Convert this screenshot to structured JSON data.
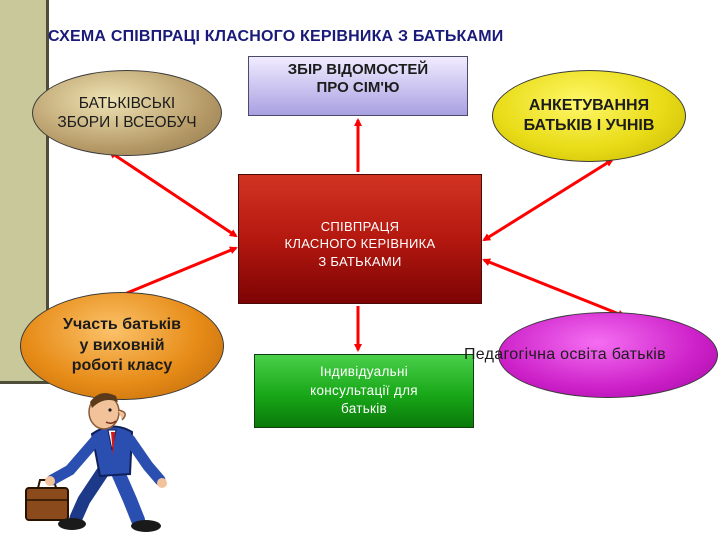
{
  "title": "СХЕМА СПІВПРАЦІ КЛАСНОГО КЕРІВНИКА   З  БАТЬКАМИ",
  "nodes": {
    "meetings": "БАТЬКІВСЬКІ\nЗБОРИ І ВСЕОБУЧ",
    "info": "ЗБІР  ВІДОМОСТЕЙ\nПРО СІМ'Ю",
    "survey": "АНКЕТУВАННЯ\nБАТЬКІВ І УЧНІВ",
    "center": "СПІВПРАЦЯ\nКЛАСНОГО  КЕРІВНИКА\nЗ БАТЬКАМИ",
    "participation": "Участь батьків\nу виховній\nроботі класу",
    "consult": "Індивідуальні\nконсультації для\nбатьків",
    "education": "Педагогічна освіта батьків"
  },
  "colors": {
    "arrow": "#ff0000",
    "meetings": "#b79c69",
    "info": "#a9a0e2",
    "survey": "#e9dc18",
    "center": "#b4180f",
    "participation": "#e78c18",
    "consult": "#18a818",
    "education": "#cc20c8"
  },
  "illustration": "businessman-with-briefcase"
}
